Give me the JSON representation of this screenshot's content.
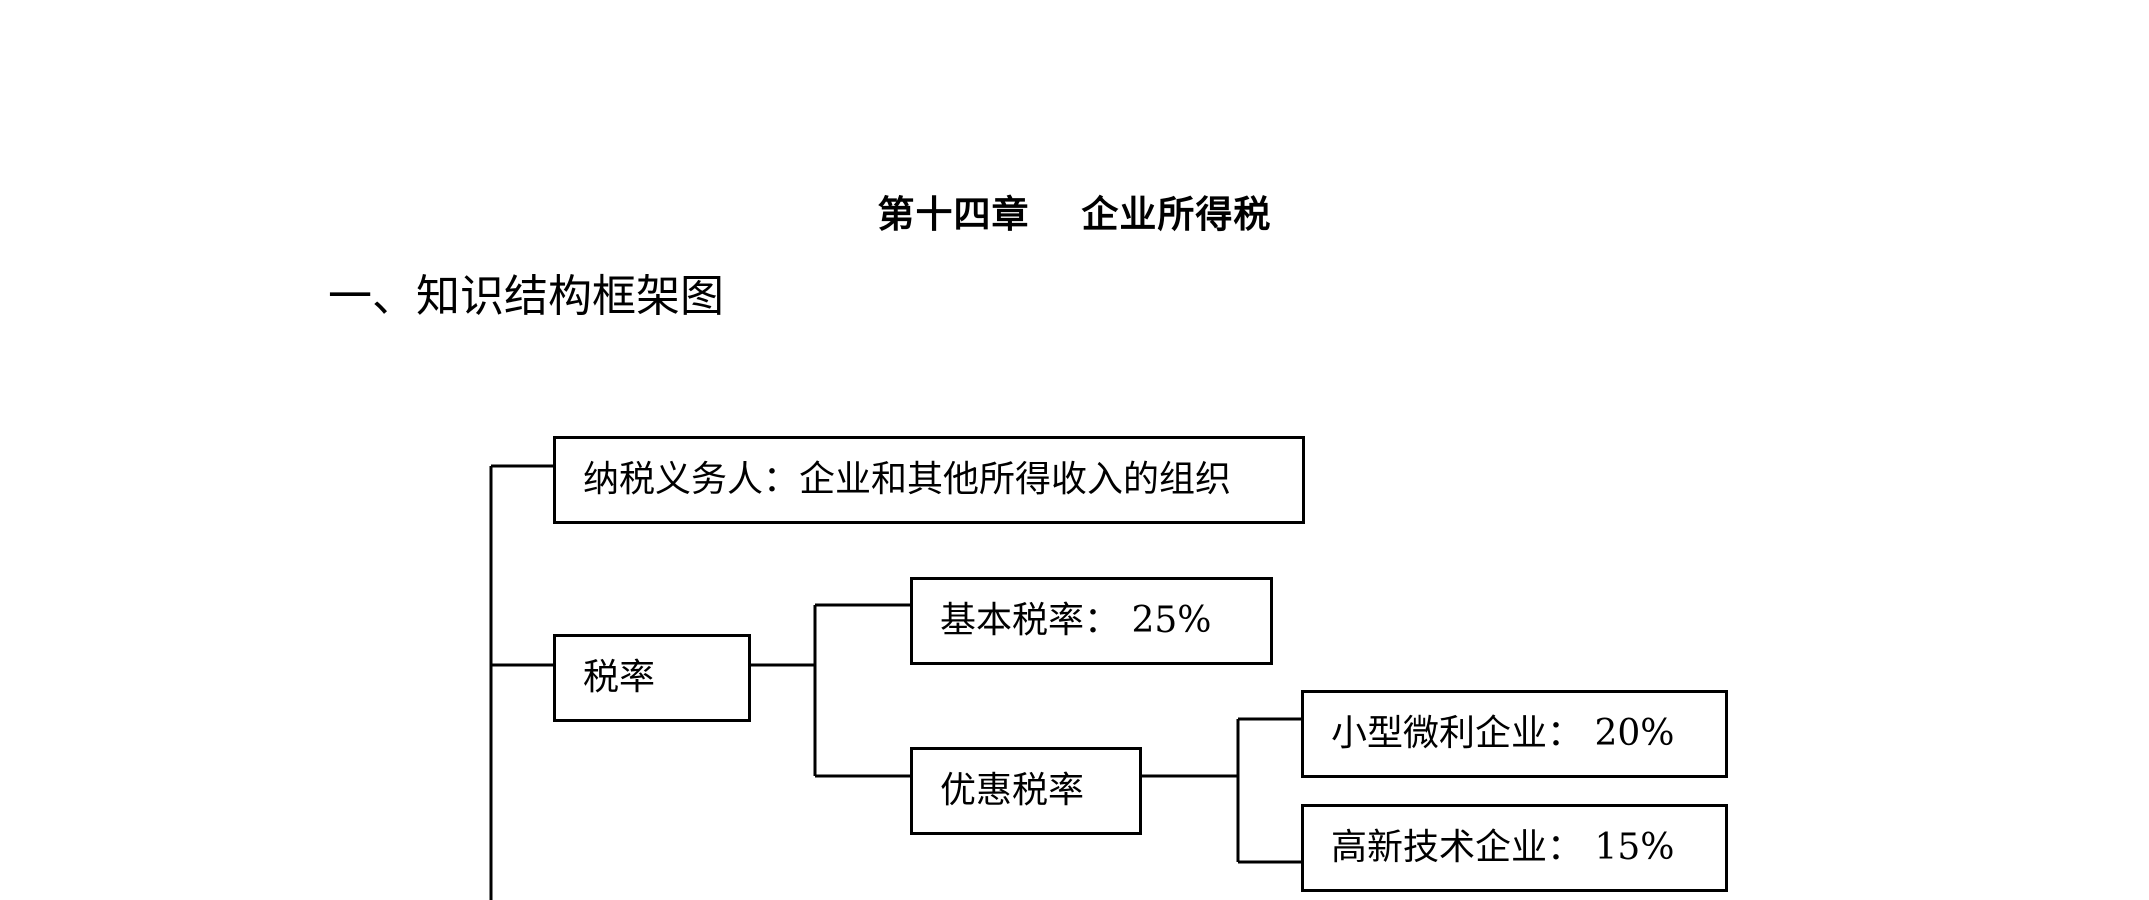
{
  "document": {
    "chapter_title": "第十四章　 企业所得税",
    "section_heading": "一、知识结构框架图"
  },
  "diagram": {
    "taxpayer": "纳税义务人：企业和其他所得收入的组织",
    "tax_rate": "税率",
    "basic_rate": "基本税率： 25%",
    "preferential_rate": "优惠税率",
    "small_micro": "小型微利企业： 20%",
    "high_tech": "高新技术企业： 15%"
  }
}
